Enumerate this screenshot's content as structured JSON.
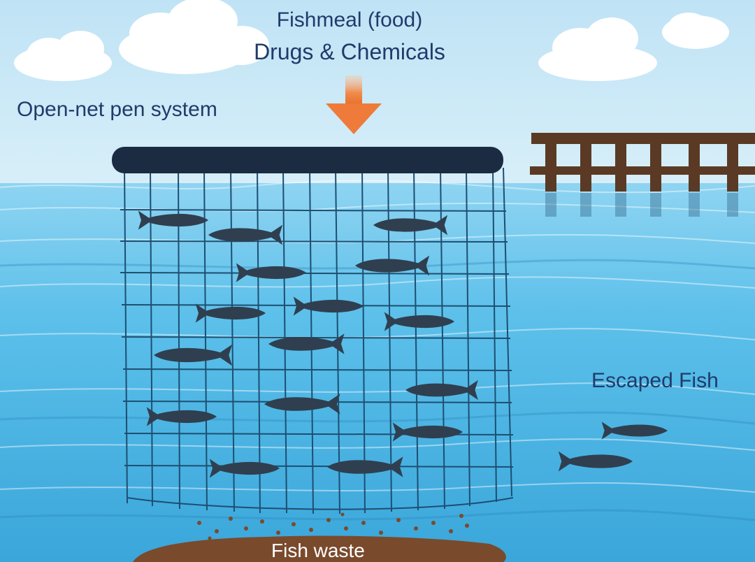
{
  "labels": {
    "inputs_line_1": "Fishmeal (food)",
    "inputs_line_2": "Drugs & Chemicals",
    "system": "Open-net pen system",
    "escaped": "Escaped Fish",
    "waste": "Fish waste"
  },
  "colors": {
    "sky": "#cfe9f6",
    "water": "#4fb8e6",
    "water_deep": "#2fa3d8",
    "net": "#1d4f72",
    "float": "#1b2c42",
    "fish": "#2f3f4f",
    "arrow": "#ee7b3a",
    "dock": "#5a3a24",
    "waste": "#7a4a2c",
    "text": "#1f3b6b"
  },
  "icons": [
    "cloud-icon",
    "down-arrow-icon",
    "fish-icon",
    "dock-icon",
    "net-icon"
  ],
  "counts": {
    "penned_fish": 16,
    "escaped_fish": 2
  }
}
